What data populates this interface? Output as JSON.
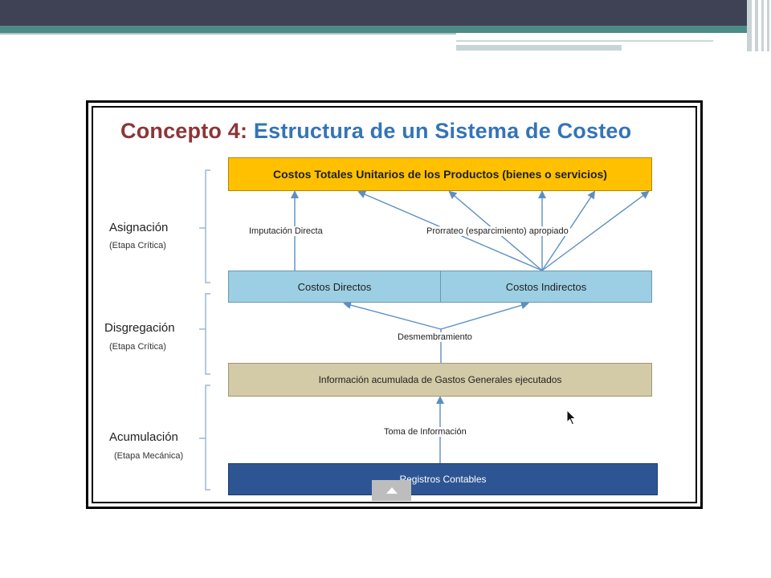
{
  "title": {
    "part1": "Concepto 4:",
    "part2": "Estructura de un Sistema de Costeo"
  },
  "stages": {
    "asignacion": {
      "name": "Asignación",
      "note": "(Etapa Crítica)"
    },
    "disgregacion": {
      "name": "Disgregación",
      "note": "(Etapa Crítica)"
    },
    "acumulacion": {
      "name": "Acumulación",
      "note": "(Etapa Mecánica)"
    }
  },
  "boxes": {
    "totales": "Costos Totales Unitarios de los Productos (bienes o servicios)",
    "directos": "Costos Directos",
    "indirectos": "Costos Indirectos",
    "informacion": "Información acumulada de Gastos Generales ejecutados",
    "registros": "Registros Contables"
  },
  "labels": {
    "imputacion": "Imputación Directa",
    "prorrateo": "Prorrateo (esparcimiento) apropiado",
    "desmembramiento": "Desmembramiento",
    "toma": "Toma de Información"
  },
  "colors": {
    "header_dark": "#3f4155",
    "header_teal": "#4b8a87",
    "title_red": "#8d3537",
    "title_blue": "#3474b7",
    "totales_fill": "#ffc000",
    "costos_fill": "#9ccfe3",
    "info_fill": "#d3caa7",
    "registros_fill": "#2d5593",
    "arrow": "#5b8fc3"
  },
  "icons": {
    "scroll": "chevron-up-icon",
    "pointer": "mouse-cursor-icon"
  }
}
